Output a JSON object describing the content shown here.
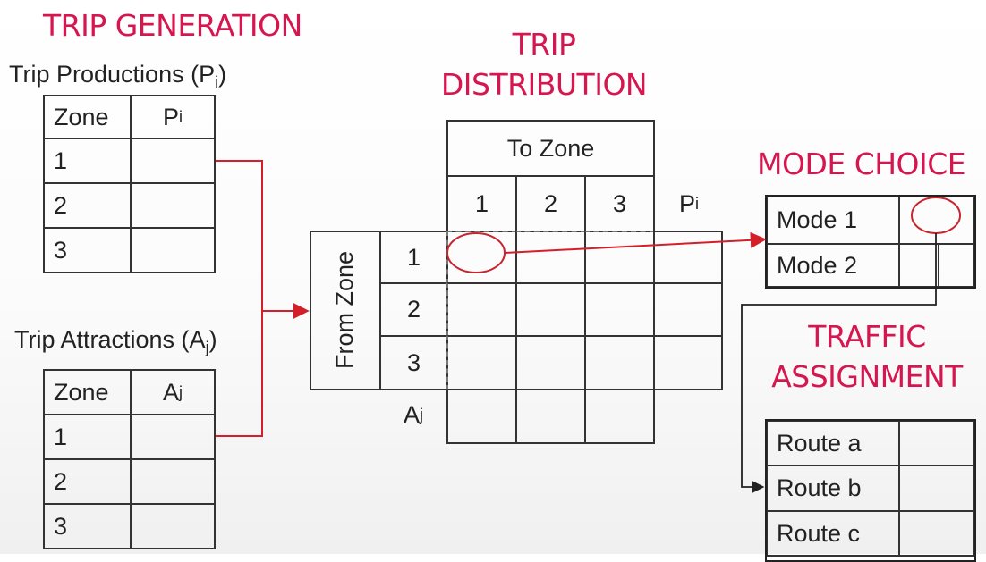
{
  "colors": {
    "heading": "#d6164f",
    "arrow": "#d21f2a",
    "grid": "#333333"
  },
  "headings": {
    "trip_generation": "TRIP GENERATION",
    "trip_distribution_1": "TRIP",
    "trip_distribution_2": "DISTRIBUTION",
    "mode_choice": "MODE CHOICE",
    "traffic_assignment_1": "TRAFFIC",
    "traffic_assignment_2": "ASSIGNMENT"
  },
  "productions": {
    "title": "Trip Productions (P",
    "title_sub": "i",
    "title_end": ")",
    "col_zone": "Zone",
    "col_value": "P",
    "col_value_sub": "i",
    "rows": [
      "1",
      "2",
      "3"
    ]
  },
  "attractions": {
    "title": "Trip Attractions (A",
    "title_sub": "j",
    "title_end": ")",
    "col_zone": "Zone",
    "col_value": "A",
    "col_value_sub": "j",
    "rows": [
      "1",
      "2",
      "3"
    ]
  },
  "distribution": {
    "to_zone": "To Zone",
    "from_zone": "From Zone",
    "cols": [
      "1",
      "2",
      "3"
    ],
    "rows": [
      "1",
      "2",
      "3"
    ],
    "p_label": "P",
    "p_sub": "i",
    "a_label": "A",
    "a_sub": "j"
  },
  "mode_choice": {
    "modes": [
      "Mode 1",
      "Mode 2"
    ]
  },
  "traffic_assignment": {
    "routes": [
      "Route a",
      "Route b",
      "Route c"
    ]
  }
}
